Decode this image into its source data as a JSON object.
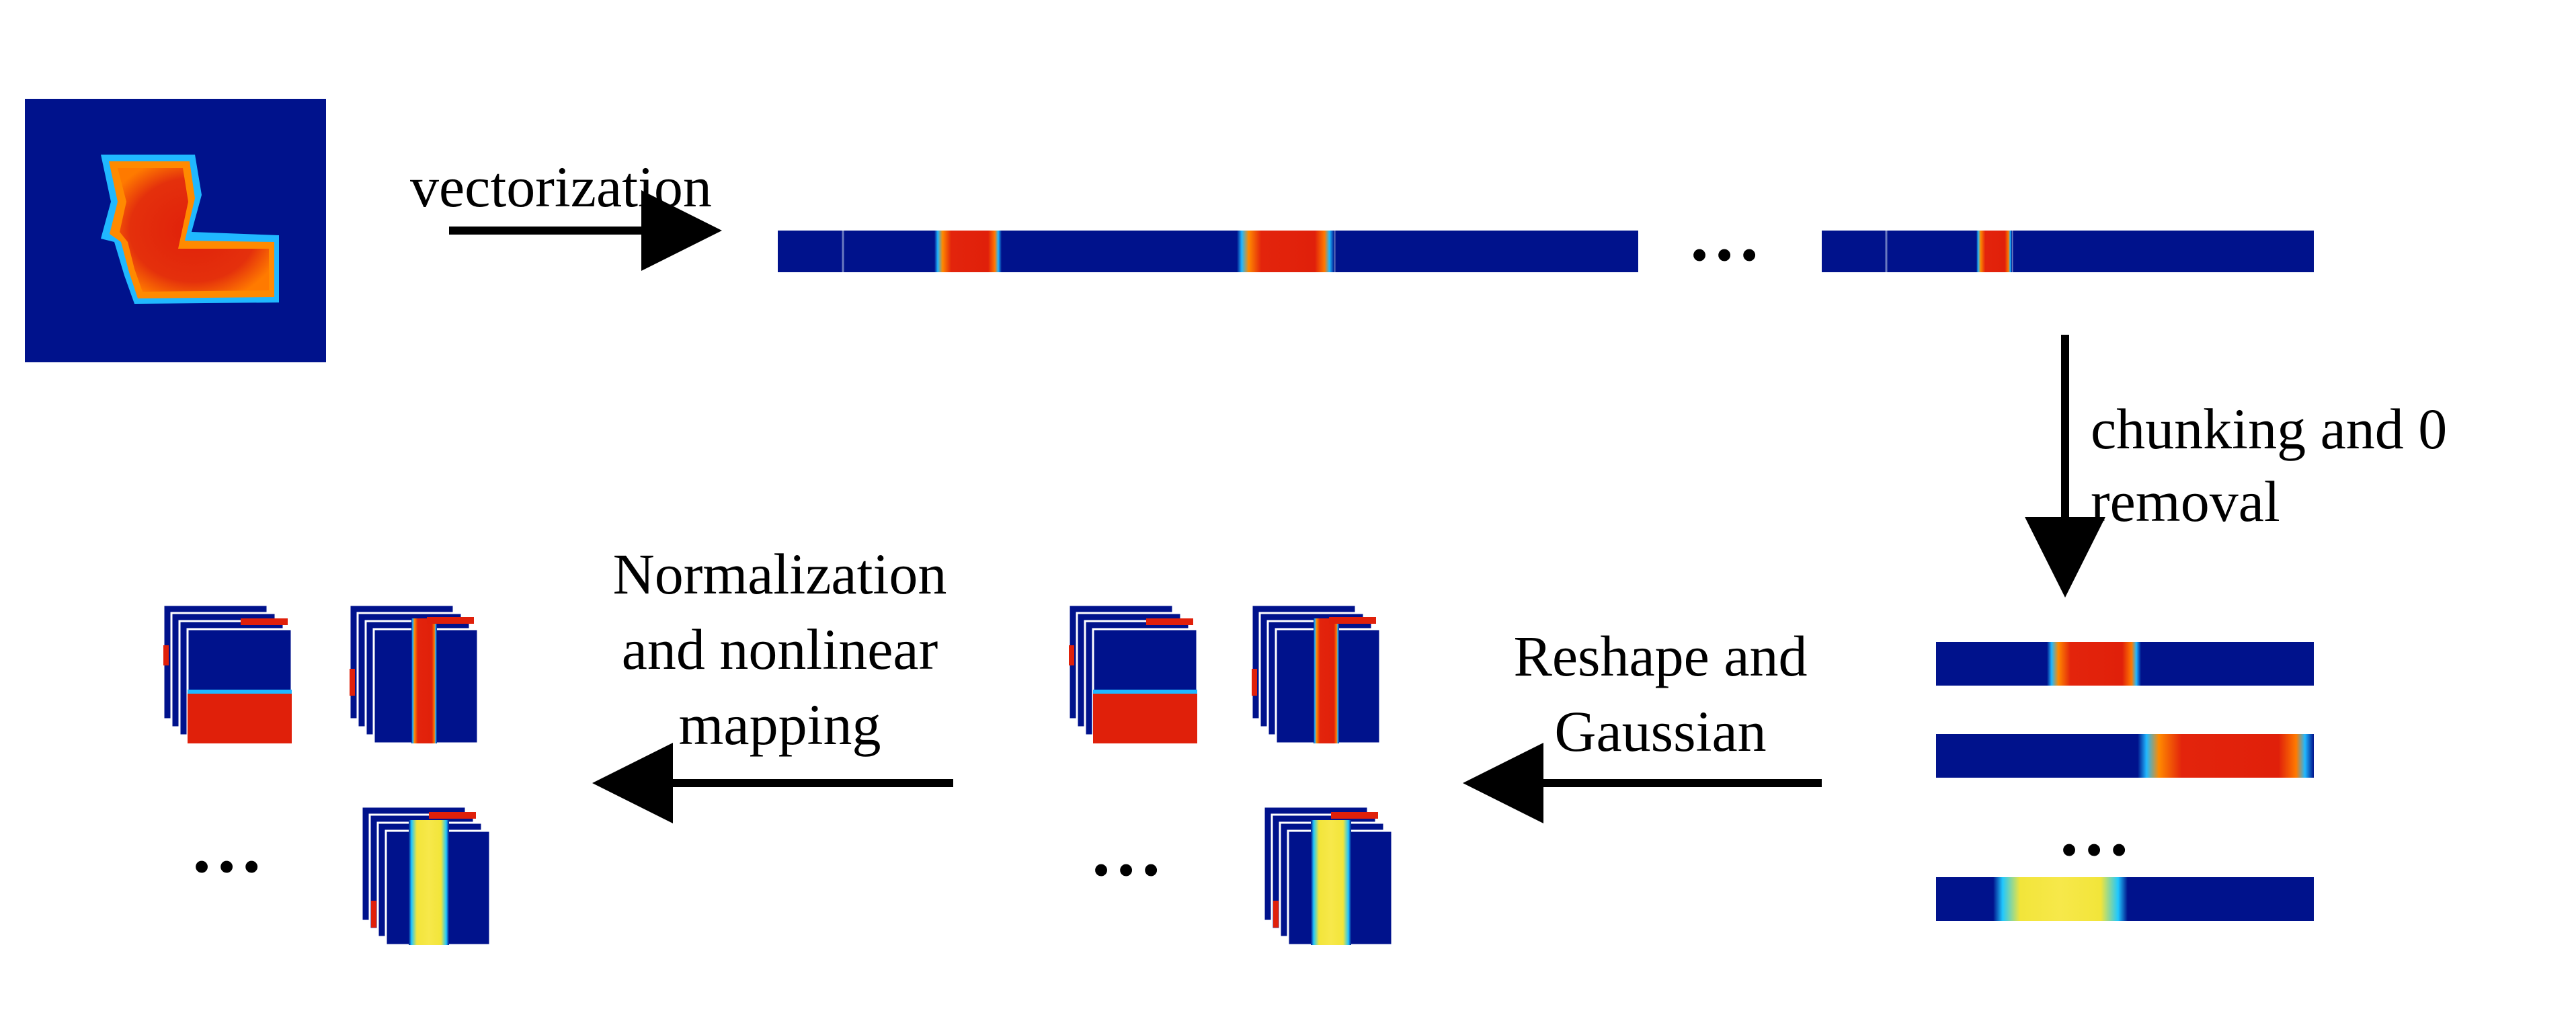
{
  "labels": {
    "vectorization": "vectorization",
    "chunking_line1": "chunking and 0",
    "chunking_line2": "removal",
    "reshape_line1": "Reshape and",
    "reshape_line2": "Gaussian",
    "norm_line1": "Normalization",
    "norm_line2": "and nonlinear",
    "norm_line3": "mapping"
  },
  "ellipsis": "…",
  "colors": {
    "background_blue": "#00128c",
    "hot_red": "#e0200a",
    "warm_orange": "#ff7a00",
    "hot_yellow": "#f2e53a",
    "edge_cyan": "#20b8ff",
    "arrow": "#000000"
  }
}
